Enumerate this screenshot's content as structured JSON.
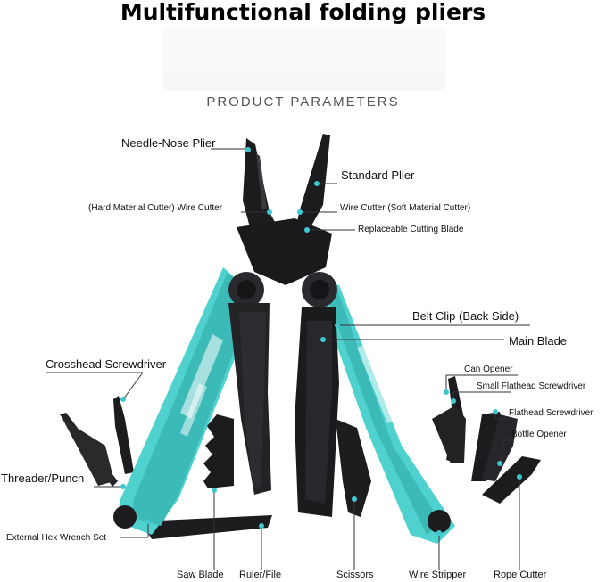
{
  "title": "Multifunctional folding pliers",
  "subtitle": "PRODUCT PARAMETERS",
  "colors": {
    "accent_teal": "#4fd2cf",
    "steel_black": "#1c1c1f",
    "dot": "#3ec7cf"
  },
  "labels": {
    "needle_nose_plier": "Needle-Nose Plier",
    "standard_plier": "Standard Plier",
    "hard_wire_cutter": "(Hard Material Cutter) Wire Cutter",
    "soft_wire_cutter": "Wire Cutter (Soft Material Cutter)",
    "replaceable_blade": "Replaceable Cutting Blade",
    "belt_clip": "Belt Clip (Back Side)",
    "main_blade": "Main Blade",
    "crosshead_screwdriver": "Crosshead Screwdriver",
    "can_opener": "Can Opener",
    "small_flathead": "Small Flathead Screwdriver",
    "flathead": "Flathead Screwdriver",
    "bottle_opener": "Bottle Opener",
    "threader_punch": "Threader/Punch",
    "hex_wrench_set": "External Hex Wrench Set",
    "saw_blade": "Saw Blade",
    "ruler_file": "Ruler/File",
    "scissors": "Scissors",
    "wire_stripper": "Wire Stripper",
    "rope_cutter": "Rope Cutter"
  }
}
